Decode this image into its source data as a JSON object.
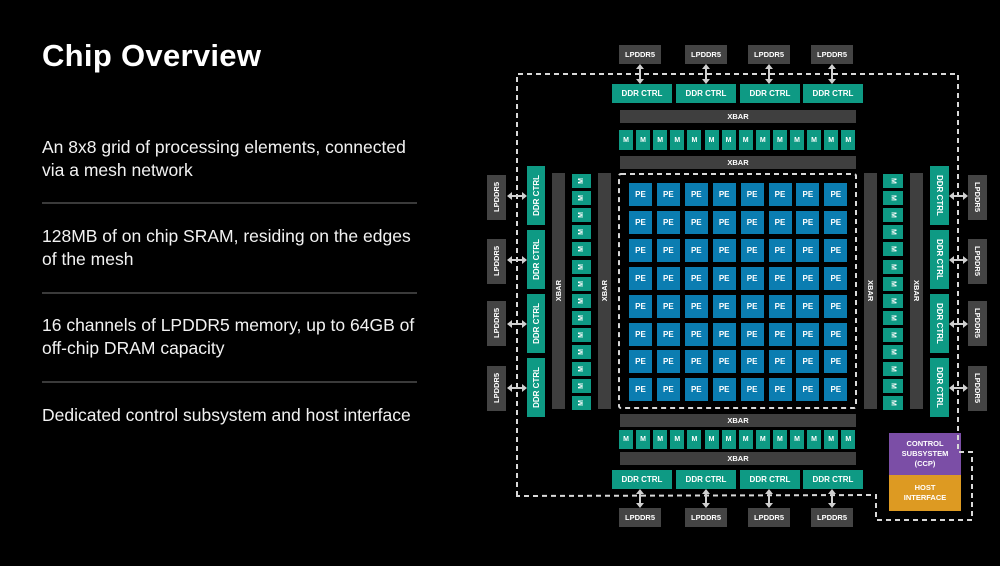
{
  "slide": {
    "title": "Chip Overview",
    "bullets": [
      "An 8x8 grid of processing elements, connected via a mesh network",
      "128MB of on chip SRAM, residing on the edges of the mesh",
      "16 channels of LPDDR5 memory, up to 64GB of off-chip DRAM capacity",
      "Dedicated control subsystem and host interface"
    ]
  },
  "diagram": {
    "labels": {
      "lpddr": "LPDDR5",
      "ddr_ctrl": "DDR CTRL",
      "xbar": "XBAR",
      "memory": "M",
      "pe": "PE",
      "control": "CONTROL SUBSYSTEM (CCP)",
      "host": "HOST INTERFACE"
    },
    "pe_grid": {
      "rows": 8,
      "cols": 8
    },
    "memory_per_side": 14,
    "ddr_channels_per_side": 4,
    "colors": {
      "pe": "#0b7db1",
      "memory": "#0e9a84",
      "ddr_ctrl": "#0e9a84",
      "xbar": "#3f3f3f",
      "lpddr": "#444444",
      "control": "#7b4ea6",
      "host": "#dd9a22"
    }
  }
}
